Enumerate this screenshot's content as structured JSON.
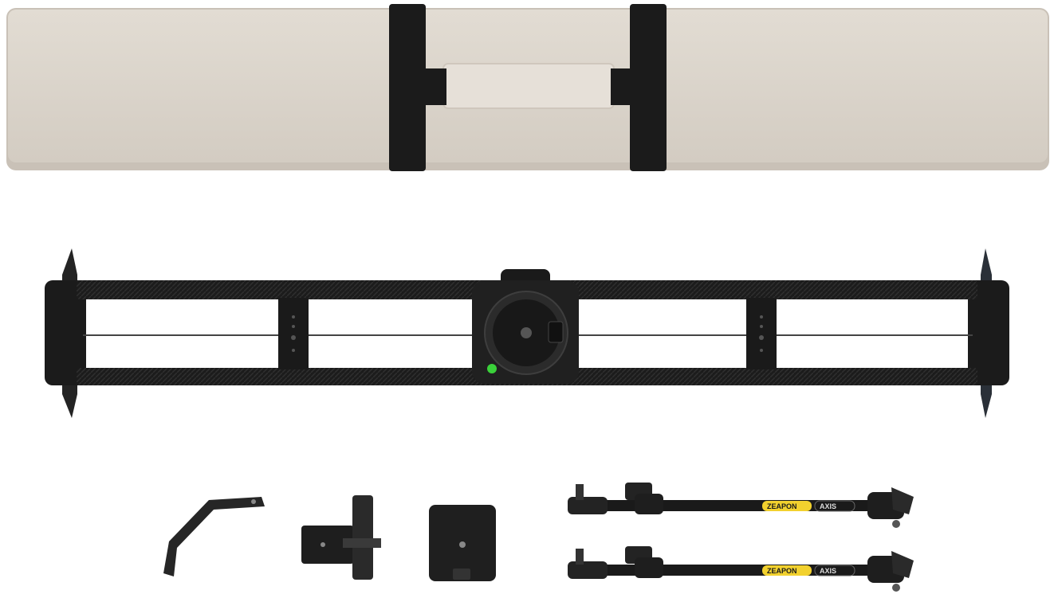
{
  "colors": {
    "background": "#ffffff",
    "case_fabric": "#ddd6cd",
    "case_edge": "#c9c1b7",
    "strap": "#1b1b1b",
    "rail": "#161616",
    "carbon": "#2a2a2a",
    "led_green": "#3ad13a",
    "label_yellow": "#f2d12e"
  },
  "products": {
    "carry_case": {
      "name": "carry-case"
    },
    "slider": {
      "name": "camera-slider"
    },
    "accessories": [
      "l-bracket",
      "clamp-mount",
      "quick-release-plate",
      "support-arm-top",
      "support-arm-bottom"
    ]
  },
  "arm_top": {
    "brand": "ZEAPON",
    "model": "AXIS"
  },
  "arm_bottom": {
    "brand": "ZEAPON",
    "model": "AXIS"
  }
}
